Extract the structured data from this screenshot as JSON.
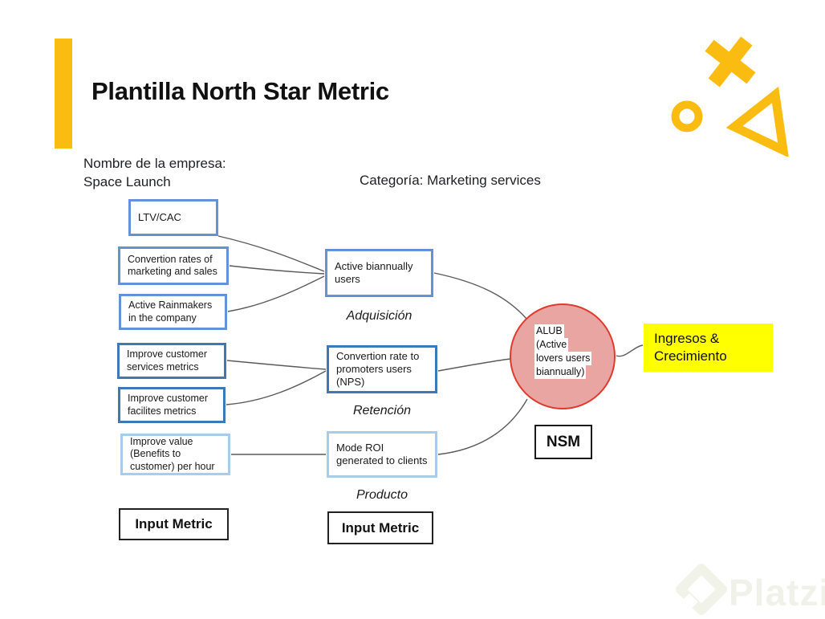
{
  "title": "Plantilla North Star Metric",
  "header": {
    "company_label": "Nombre de la empresa:",
    "company_name": "Space Launch",
    "category": "Categoría: Marketing services"
  },
  "left_metrics": [
    {
      "text": "LTV/CAC"
    },
    {
      "text": "Convertion rates of marketing and sales"
    },
    {
      "text": "Active Rainmakers in the company"
    },
    {
      "text": "Improve customer services metrics"
    },
    {
      "text": "Improve customer facilites metrics"
    },
    {
      "text": "Improve value (Benefits to customer) per hour"
    }
  ],
  "mid_metrics": [
    {
      "text": "Active biannually users",
      "stage": "Adquisición"
    },
    {
      "text": "Convertion rate to promoters users (NPS)",
      "stage": "Retención"
    },
    {
      "text": "Mode ROI generated to clients",
      "stage": "Producto"
    }
  ],
  "nsm_circle": {
    "lines": [
      "ALUB",
      "(Active",
      "lovers users",
      "biannually)"
    ]
  },
  "nsm_box_label": "NSM",
  "outcome_label": "Ingresos & Crecimiento",
  "input_metric_boxes": [
    "Input Metric",
    "Input Metric"
  ],
  "watermark": "Platzi",
  "icons": [
    "cross-icon",
    "ring-icon",
    "triangle-icon",
    "platzi-logo"
  ],
  "colors": {
    "accent_yellow": "#FBBC12",
    "highlight_yellow": "#FFFF00",
    "circle_fill": "#E9A5A2",
    "circle_border": "#E03A2E",
    "box_border_medium": "#6393D6",
    "box_border_dark": "#3C79B6",
    "box_border_light": "#A9CCEA",
    "connector_gray": "#5A5A5A"
  }
}
